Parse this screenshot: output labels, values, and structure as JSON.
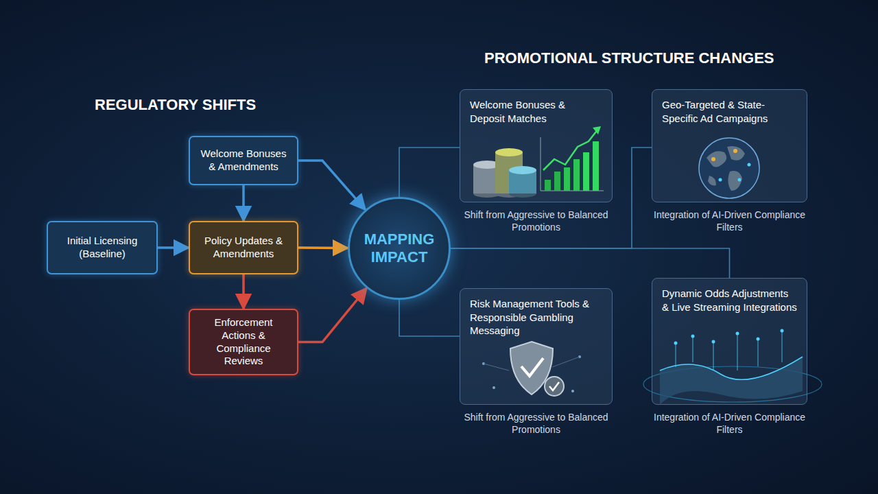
{
  "diagram": {
    "nodes": [
      {
        "text": [
          "Initial Licensing (Baseline)"
        ]
      },
      {
        "text": [
          "Welcome Bonuses & Amendments"
        ]
      },
      {
        "text": [
          "Policy Updates & Amendments"
        ]
      },
      {
        "text": [
          "Enforcement Actions & Compliance Reviews"
        ]
      },
      {
        "text": [
          "MAPPING IMPACT"
        ]
      },
      {
        "text": [
          "Welcome Bonuses & Deposit Matches",
          "Shift from Aggressive to Balanced Promotions"
        ]
      },
      {
        "text": [
          "Geo-Targeted & State-Specific Ad Campaigns",
          "Integration of AI-Driven Compliance Filters"
        ]
      },
      {
        "text": [
          "Risk Management Tools & Responsible Gambling Messaging",
          "Shift from Aggressive to Balanced Promotions"
        ]
      },
      {
        "text": [
          "Dynamic Odds Adjustments & Live Streaming Integrations",
          "Integration of AI-Driven Compliance Filters"
        ]
      }
    ],
    "edges": [
      {
        "from": 0,
        "to": 2,
        "arrow": "to"
      },
      {
        "from": 1,
        "to": 2,
        "arrow": "to"
      },
      {
        "from": 2,
        "to": 3,
        "arrow": "to"
      },
      {
        "from": 1,
        "to": 4,
        "arrow": "to"
      },
      {
        "from": 2,
        "to": 4,
        "arrow": "to"
      },
      {
        "from": 3,
        "to": 4,
        "arrow": "to"
      },
      {
        "from": 4,
        "to": 5,
        "arrow": "none"
      },
      {
        "from": 4,
        "to": 6,
        "arrow": "none"
      },
      {
        "from": 4,
        "to": 7,
        "arrow": "none"
      },
      {
        "from": 4,
        "to": 8,
        "arrow": "none"
      }
    ],
    "labels": [
      "REGULATORY SHIFTS",
      "PROMOTIONAL STRUCTURE CHANGES"
    ]
  }
}
